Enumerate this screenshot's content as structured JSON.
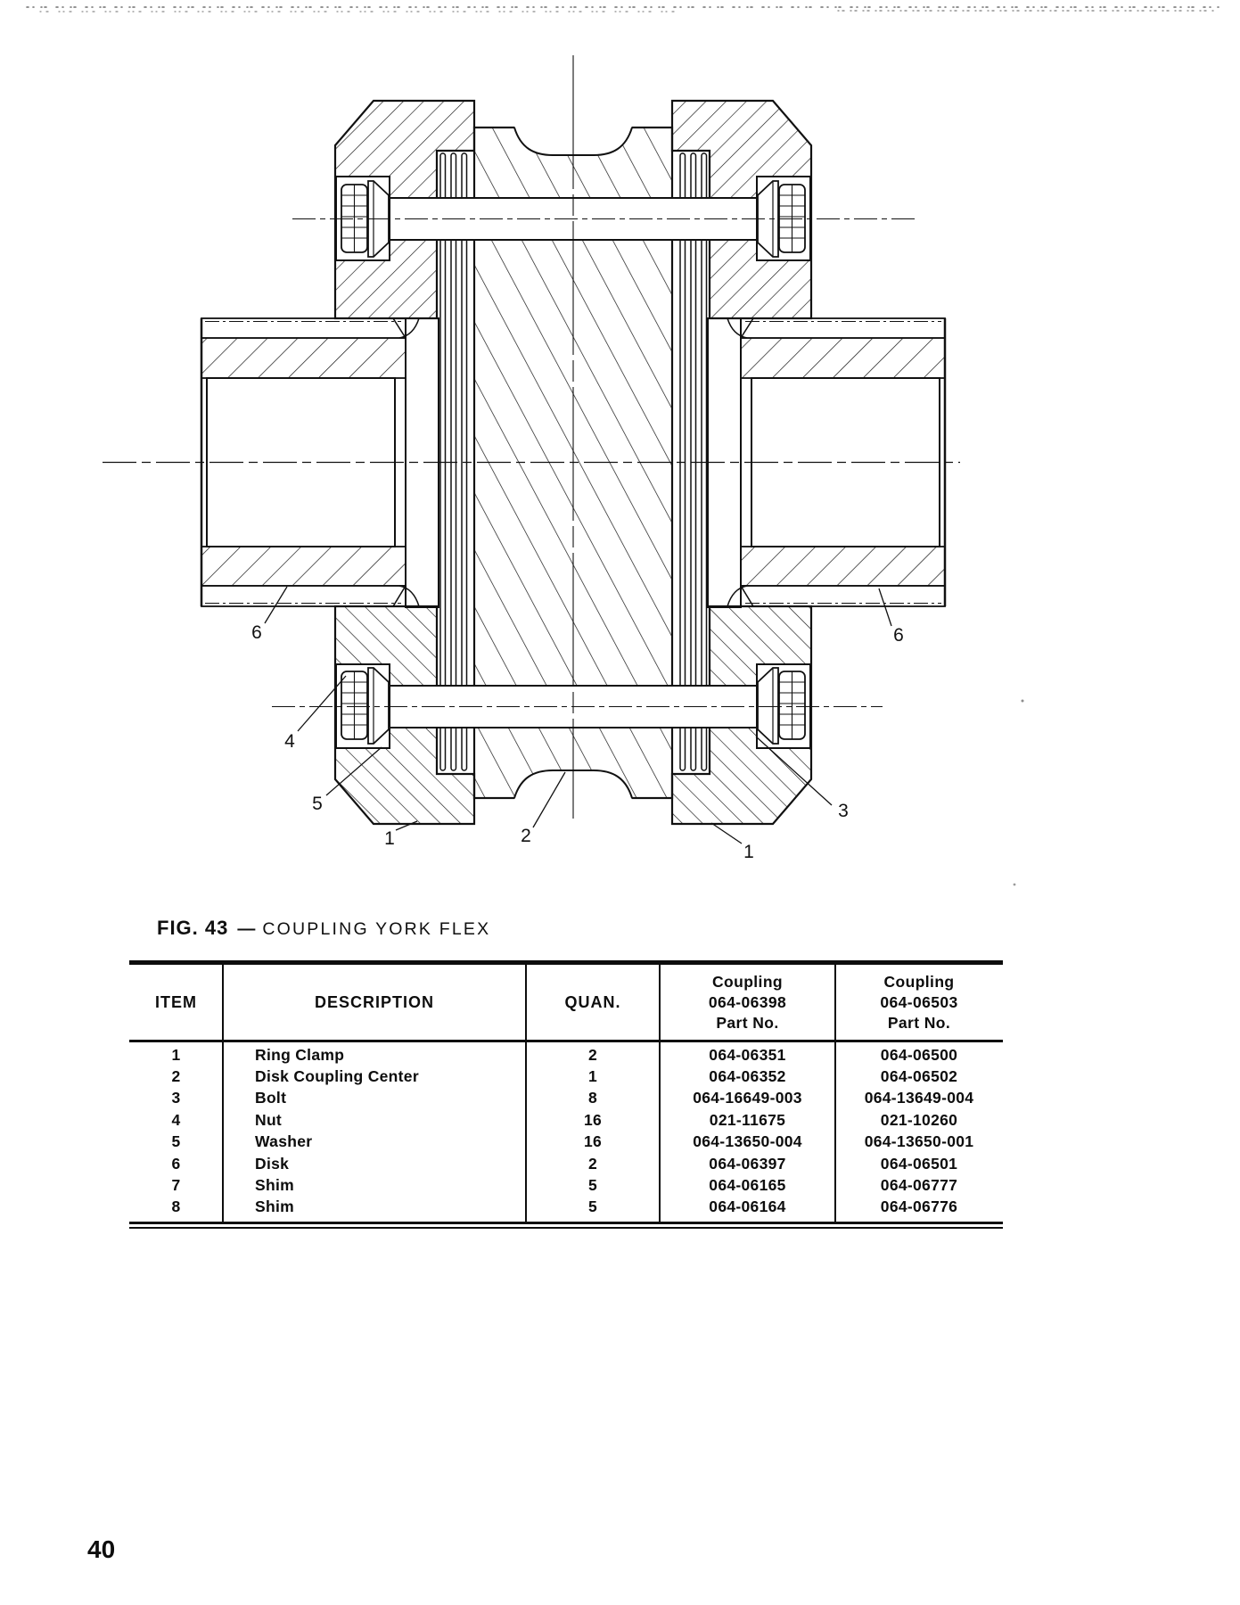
{
  "figure": {
    "label": "FIG. 43",
    "separator": "—",
    "title": "COUPLING YORK FLEX"
  },
  "drawing": {
    "description": "cross-section-of-disc-coupling",
    "callouts": [
      {
        "label": "6"
      },
      {
        "label": "6"
      },
      {
        "label": "4"
      },
      {
        "label": "5"
      },
      {
        "label": "1"
      },
      {
        "label": "2"
      },
      {
        "label": "3"
      },
      {
        "label": "1"
      }
    ]
  },
  "table": {
    "headers": {
      "item": "ITEM",
      "description": "DESCRIPTION",
      "quantity": "QUAN.",
      "part_col_1": [
        "Coupling",
        "064-06398",
        "Part No."
      ],
      "part_col_2": [
        "Coupling",
        "064-06503",
        "Part No."
      ]
    },
    "rows": [
      [
        "1",
        "Ring Clamp",
        "2",
        "064-06351",
        "064-06500"
      ],
      [
        "2",
        "Disk Coupling Center",
        "1",
        "064-06352",
        "064-06502"
      ],
      [
        "3",
        "Bolt",
        "8",
        "064-16649-003",
        "064-13649-004"
      ],
      [
        "4",
        "Nut",
        "16",
        "021-11675",
        "021-10260"
      ],
      [
        "5",
        "Washer",
        "16",
        "064-13650-004",
        "064-13650-001"
      ],
      [
        "6",
        "Disk",
        "2",
        "064-06397",
        "064-06501"
      ],
      [
        "7",
        "Shim",
        "5",
        "064-06165",
        "064-06777"
      ],
      [
        "8",
        "Shim",
        "5",
        "064-06164",
        "064-06776"
      ]
    ]
  },
  "page": {
    "number": "40"
  }
}
